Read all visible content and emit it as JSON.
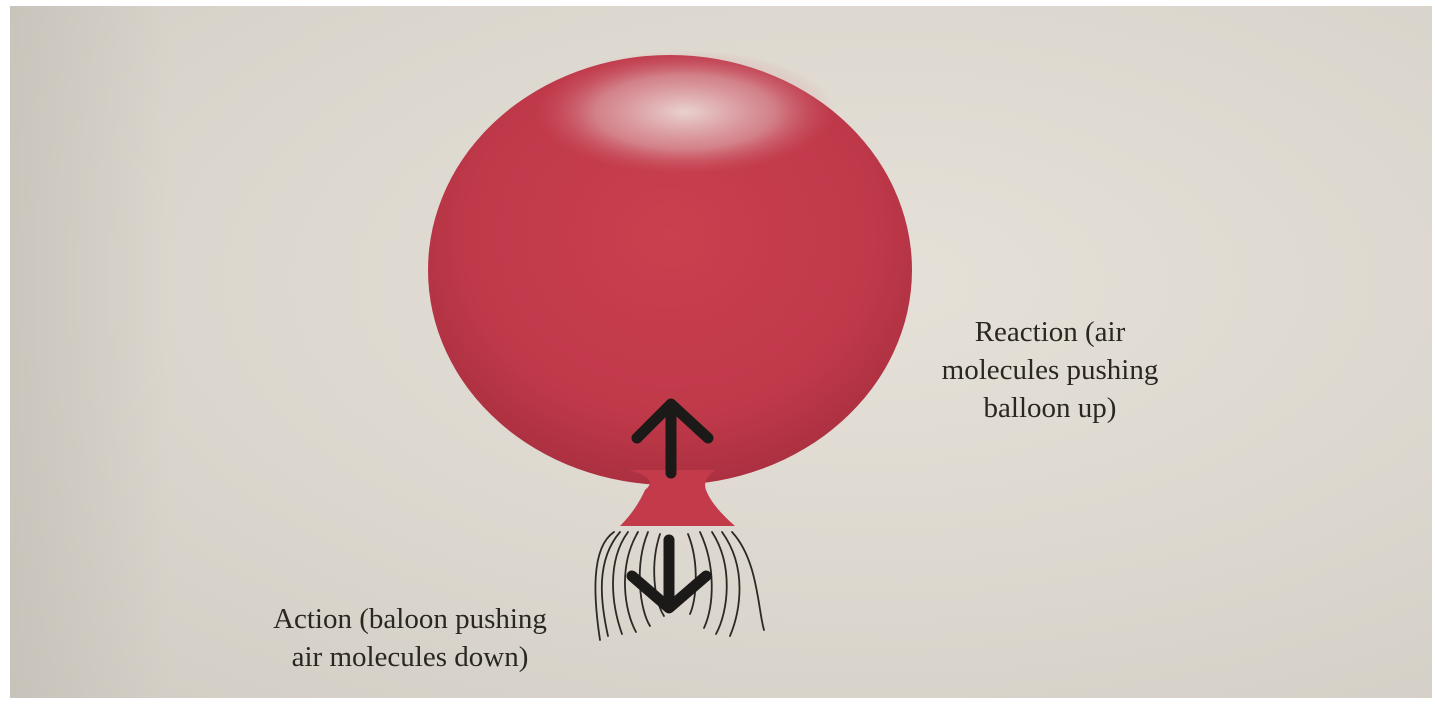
{
  "colors": {
    "paper": "#dcd7ce",
    "balloon": "#c83a4c",
    "balloon_highlight": "#e8d6d4",
    "arrow": "#1c1a18",
    "text": "#2a2723"
  },
  "icons": {
    "reaction_arrow": "arrow-up-icon",
    "action_arrow": "arrow-down-icon"
  },
  "labels": {
    "reaction": {
      "line1": "Reaction (air",
      "line2": "molecules pushing",
      "line3": "balloon up)"
    },
    "action": {
      "line1": "Action (baloon pushing",
      "line2": "air molecules down)"
    }
  }
}
